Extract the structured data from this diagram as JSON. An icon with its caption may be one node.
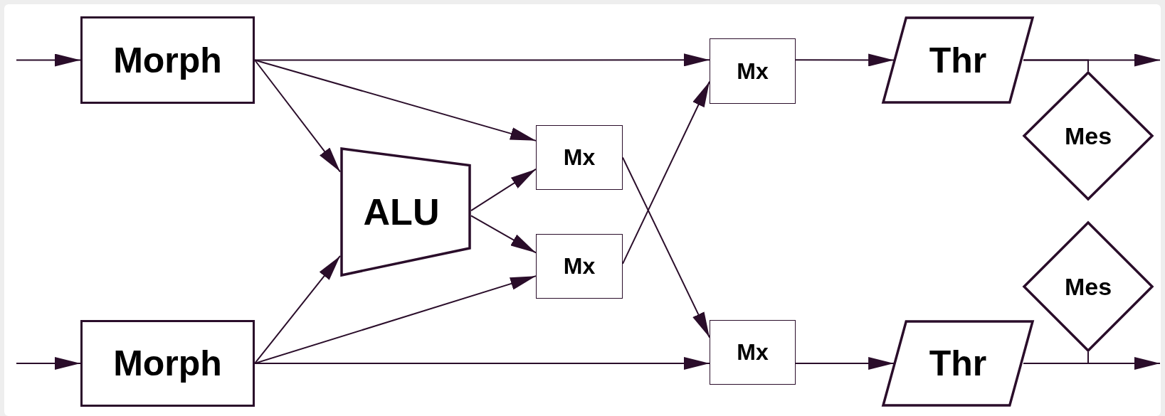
{
  "diagram": {
    "nodes": [
      {
        "text": [
          "Morph"
        ]
      },
      {
        "text": [
          "Morph"
        ]
      },
      {
        "text": [
          "ALU"
        ]
      },
      {
        "text": [
          "Mx"
        ]
      },
      {
        "text": [
          "Mx"
        ]
      },
      {
        "text": [
          "Mx"
        ]
      },
      {
        "text": [
          "Mx"
        ]
      },
      {
        "text": [
          "Thr"
        ]
      },
      {
        "text": [
          "Thr"
        ]
      },
      {
        "text": [
          "Mes"
        ]
      },
      {
        "text": [
          "Mes"
        ]
      }
    ],
    "edges": [
      {
        "from": null,
        "to": 0,
        "arrow": "to"
      },
      {
        "from": null,
        "to": 1,
        "arrow": "to"
      },
      {
        "from": 0,
        "to": 5,
        "arrow": "to"
      },
      {
        "from": 0,
        "to": 2,
        "arrow": "to"
      },
      {
        "from": 0,
        "to": 3,
        "arrow": "to"
      },
      {
        "from": 1,
        "to": 2,
        "arrow": "to"
      },
      {
        "from": 1,
        "to": 4,
        "arrow": "to"
      },
      {
        "from": 1,
        "to": 6,
        "arrow": "to"
      },
      {
        "from": 2,
        "to": 3,
        "arrow": "to"
      },
      {
        "from": 2,
        "to": 4,
        "arrow": "to"
      },
      {
        "from": 3,
        "to": 6,
        "arrow": "to"
      },
      {
        "from": 4,
        "to": 5,
        "arrow": "to"
      },
      {
        "from": 5,
        "to": 7,
        "arrow": "to"
      },
      {
        "from": 6,
        "to": 8,
        "arrow": "to"
      },
      {
        "from": 7,
        "to": null,
        "arrow": "to"
      },
      {
        "from": 8,
        "to": null,
        "arrow": "to"
      },
      {
        "from": 7,
        "to": 9,
        "arrow": "none"
      },
      {
        "from": 8,
        "to": 10,
        "arrow": "none"
      }
    ]
  }
}
